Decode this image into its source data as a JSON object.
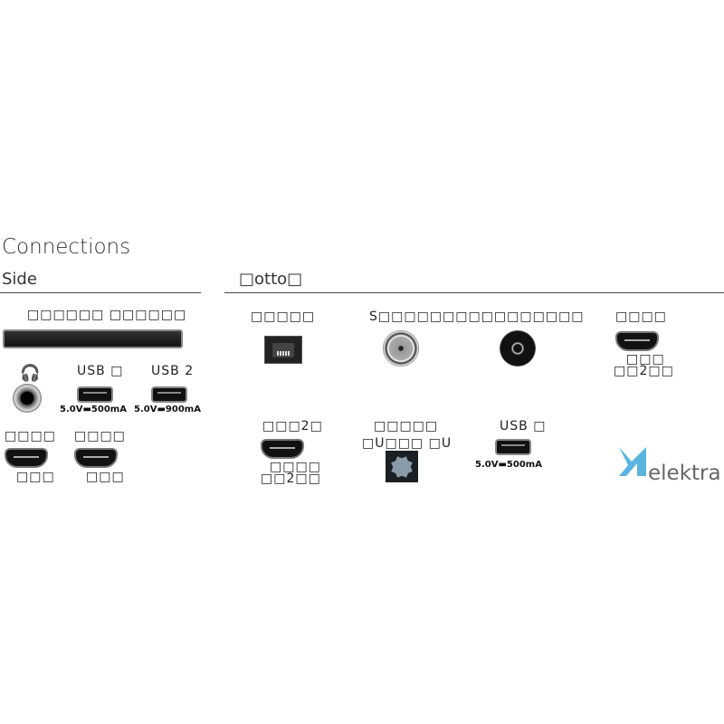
{
  "title": "Connections",
  "side": {
    "heading": "Side",
    "slot_label": "□□□□□□ □□□□□□",
    "usb1": {
      "label": "USB □",
      "spec": "5.0V▬500mA"
    },
    "usb2": {
      "label": "USB 2",
      "spec": "5.0V▬900mA"
    },
    "hdmi1": {
      "label": "□□□□",
      "sub": "□□□"
    },
    "hdmi2": {
      "label": "□□□□",
      "sub": "□□□"
    }
  },
  "bottom": {
    "heading": "□otto□",
    "network_label": "□□□□□",
    "antenna_label": "S□□□□□□□□□□□□□□□□",
    "hdmi_a": {
      "label": "□□□□",
      "sub1": "□□□",
      "sub2": "□□2□□"
    },
    "hdmi_b": {
      "label": "□□□2□",
      "sub1": "□□□□",
      "sub2": "□□2□□"
    },
    "optical": {
      "label1": "□□□□□",
      "label2": "□U□□□ □U"
    },
    "usb": {
      "label": "USB □",
      "spec": "5.0V▬500mA"
    }
  },
  "watermark": "elektra"
}
